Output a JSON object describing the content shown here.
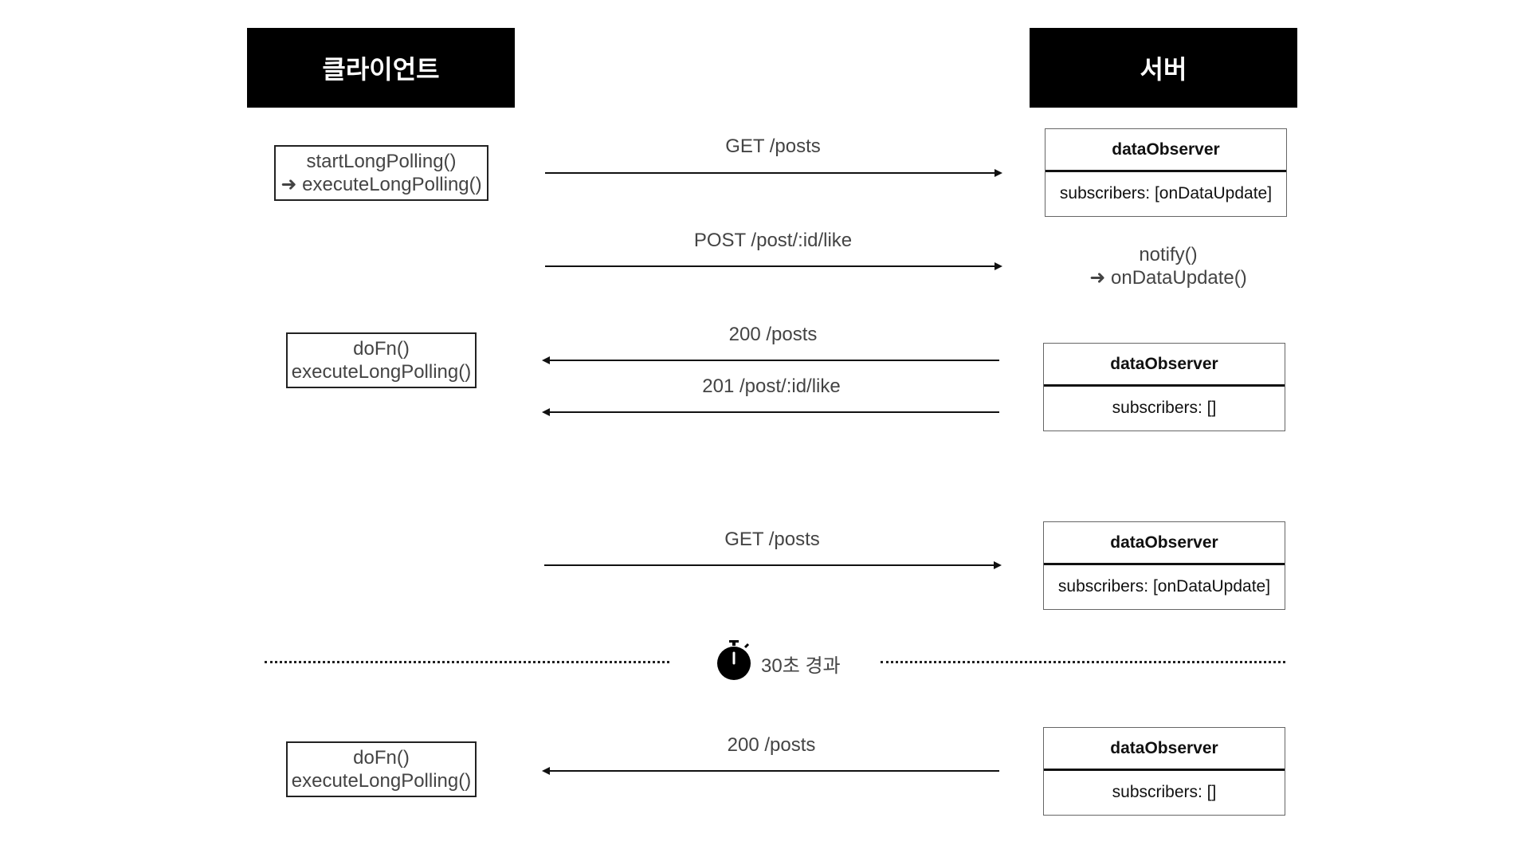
{
  "headers": {
    "client": "클라이언트",
    "server": "서버"
  },
  "client_boxes": [
    {
      "line1": "startLongPolling()",
      "line2": "➜ executeLongPolling()"
    },
    {
      "line1": "doFn()",
      "line2": "executeLongPolling()"
    },
    {
      "line1": "doFn()",
      "line2": "executeLongPolling()"
    }
  ],
  "messages": [
    {
      "label": "GET /posts",
      "direction": "right"
    },
    {
      "label": "POST /post/:id/like",
      "direction": "right"
    },
    {
      "label": "200 /posts",
      "direction": "left"
    },
    {
      "label": "201 /post/:id/like",
      "direction": "left"
    },
    {
      "label": "GET /posts",
      "direction": "right"
    },
    {
      "label": "200 /posts",
      "direction": "left"
    }
  ],
  "server_note": {
    "line1": "notify()",
    "line2": "➜ onDataUpdate()"
  },
  "observers": [
    {
      "title": "dataObserver",
      "subscribers": "subscribers: [onDataUpdate]"
    },
    {
      "title": "dataObserver",
      "subscribers": "subscribers: []"
    },
    {
      "title": "dataObserver",
      "subscribers": "subscribers: [onDataUpdate]"
    },
    {
      "title": "dataObserver",
      "subscribers": "subscribers: []"
    }
  ],
  "timer": {
    "icon": "stopwatch-icon",
    "label": "30초 경과"
  }
}
